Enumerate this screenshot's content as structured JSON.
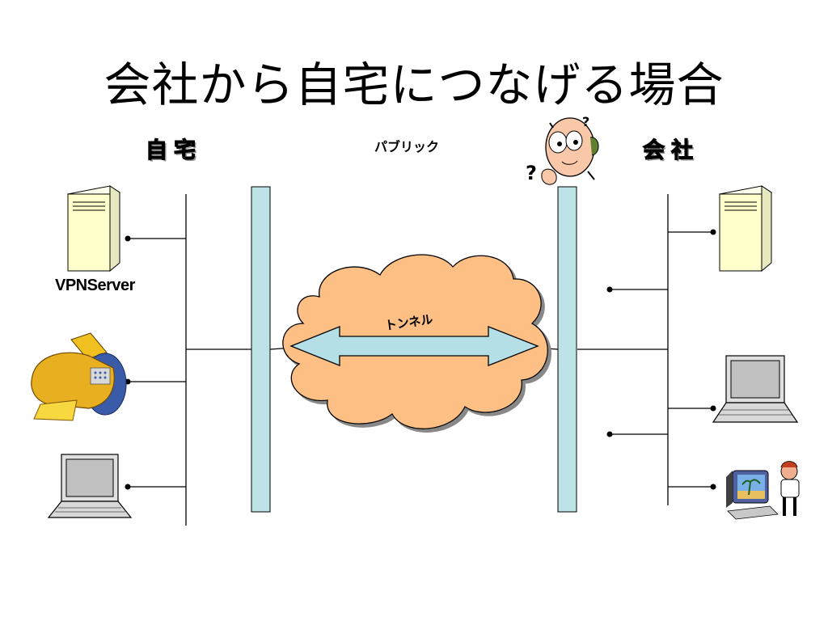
{
  "slide": {
    "title": "会社から自宅につなげる場合"
  },
  "labels": {
    "home": "自宅",
    "public": "パブリック",
    "office": "会社",
    "vpn_server": "VPNServer",
    "tunnel": "トンネル"
  },
  "colors": {
    "cloud_fill": "#fdbf84",
    "tunnel_arrow": "#b4dfe6",
    "firewall_bar": "#bde3e6",
    "server_fill": "#ffffcc",
    "laptop_screen": "#c0c0c0",
    "printer_yellow": "#f0c020",
    "printer_blue": "#3a5ca8"
  },
  "icons": {
    "home_devices": [
      "server-icon",
      "printer-icon",
      "laptop-icon"
    ],
    "office_devices": [
      "server-icon",
      "laptop-icon",
      "computer-user-icon"
    ],
    "confused_person": "confused-person-icon"
  }
}
